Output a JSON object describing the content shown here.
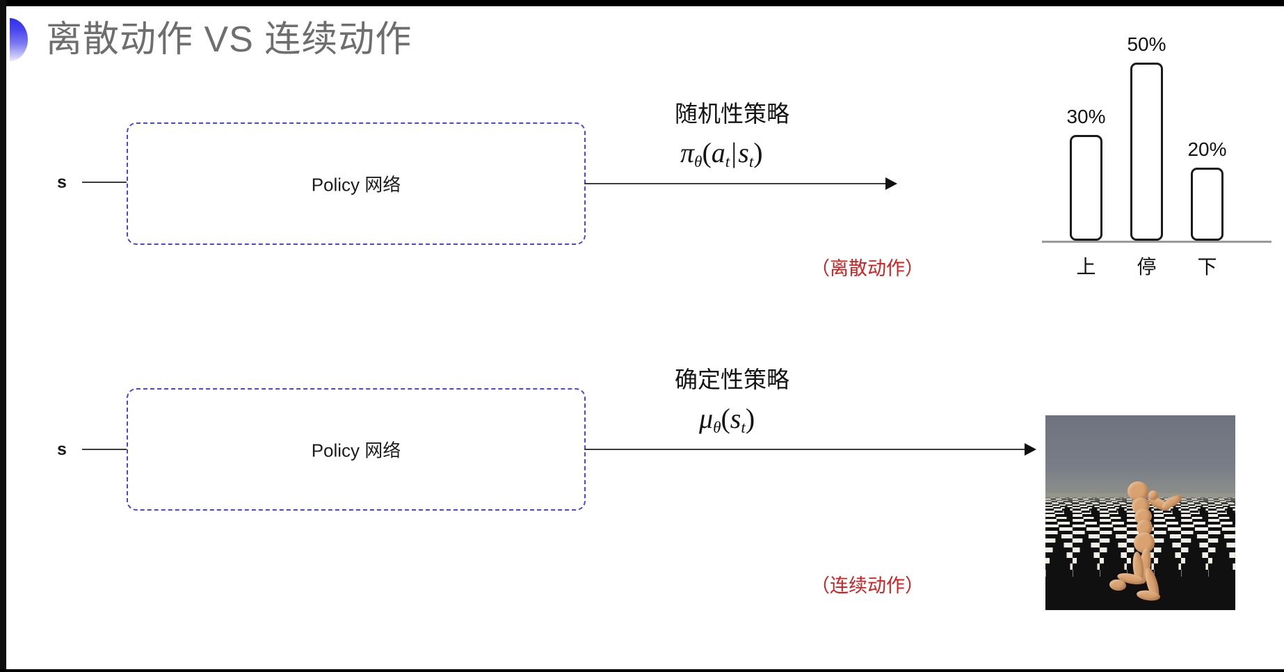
{
  "slide": {
    "title": "离散动作 VS 连续动作",
    "accent_color": "#4b45d8",
    "title_color": "#6e6e6e",
    "red_color": "#d02020",
    "background": "#ffffff"
  },
  "rows": [
    {
      "id": "discrete",
      "state_label": "s",
      "box_label": "Policy 网络",
      "policy_title": "随机性策略",
      "formula": {
        "fn": "π",
        "sub": "θ",
        "open": "(",
        "arg1": "a",
        "arg1_sub": "t",
        "bar": "|",
        "arg2": "s",
        "arg2_sub": "t",
        "close": ")"
      },
      "red_note": "（离散动作）",
      "output_type": "bar-chart"
    },
    {
      "id": "continuous",
      "state_label": "s",
      "box_label": "Policy 网络",
      "policy_title": "确定性策略",
      "formula": {
        "fn": "μ",
        "sub": "θ",
        "open": "(",
        "arg1": "s",
        "arg1_sub": "t",
        "bar": "",
        "arg2": "",
        "arg2_sub": "",
        "close": ")"
      },
      "red_note": "（连续动作）",
      "output_type": "humanoid-simulation"
    }
  ],
  "chart_data": {
    "type": "bar",
    "title": "",
    "xlabel": "",
    "ylabel": "",
    "categories": [
      "上",
      "停",
      "下"
    ],
    "values": [
      30,
      50,
      20
    ],
    "value_labels": [
      "30%",
      "50%",
      "20%"
    ],
    "ylim": [
      0,
      60
    ],
    "grid": false,
    "legend": null,
    "bar_fill": "#ffffff",
    "bar_stroke": "#1a1a1a",
    "axis_color": "#9a9a9a"
  },
  "humanoid": {
    "caption": "",
    "sky_color": "#727783",
    "floor_light": "#f0f0e8",
    "floor_dark": "#101010",
    "body_color": "#d9a271"
  }
}
